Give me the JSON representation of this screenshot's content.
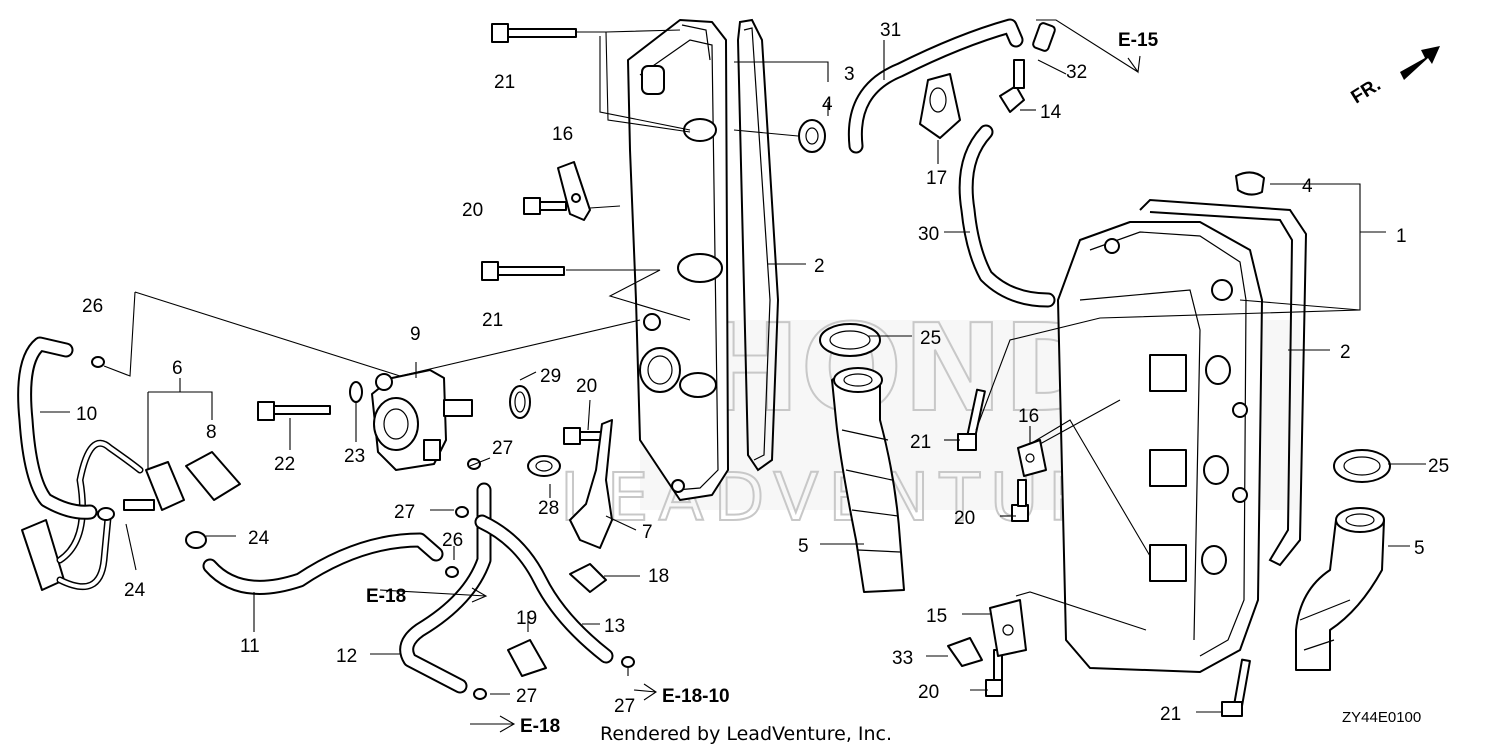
{
  "callouts": {
    "c1": "1",
    "c2a": "2",
    "c2b": "2",
    "c3": "3",
    "c4a": "4",
    "c4b": "4",
    "c5a": "5",
    "c5b": "5",
    "c6": "6",
    "c7": "7",
    "c8": "8",
    "c9": "9",
    "c10": "10",
    "c11": "11",
    "c12": "12",
    "c13": "13",
    "c14": "14",
    "c15": "15",
    "c16a": "16",
    "c16b": "16",
    "c17": "17",
    "c18": "18",
    "c19": "19",
    "c20a": "20",
    "c20b": "20",
    "c20c": "20",
    "c20d": "20",
    "c21a": "21",
    "c21b": "21",
    "c21c": "21",
    "c21d": "21",
    "c22": "22",
    "c23": "23",
    "c24a": "24",
    "c24b": "24",
    "c25a": "25",
    "c25b": "25",
    "c26a": "26",
    "c26b": "26",
    "c27a": "27",
    "c27b": "27",
    "c27c": "27",
    "c27d": "27",
    "c28": "28",
    "c29": "29",
    "c30": "30",
    "c31": "31",
    "c32": "32",
    "c33": "33"
  },
  "references": {
    "e15": "E-15",
    "e18a": "E-18",
    "e18b": "E-18",
    "e1810": "E-18-10"
  },
  "direction_label": "FR.",
  "credit": "Rendered by LeadVenture, Inc.",
  "diagram_code": "ZY44E0100",
  "watermark": {
    "brand": "HONDA",
    "dealer": "LEADVENTURE"
  }
}
